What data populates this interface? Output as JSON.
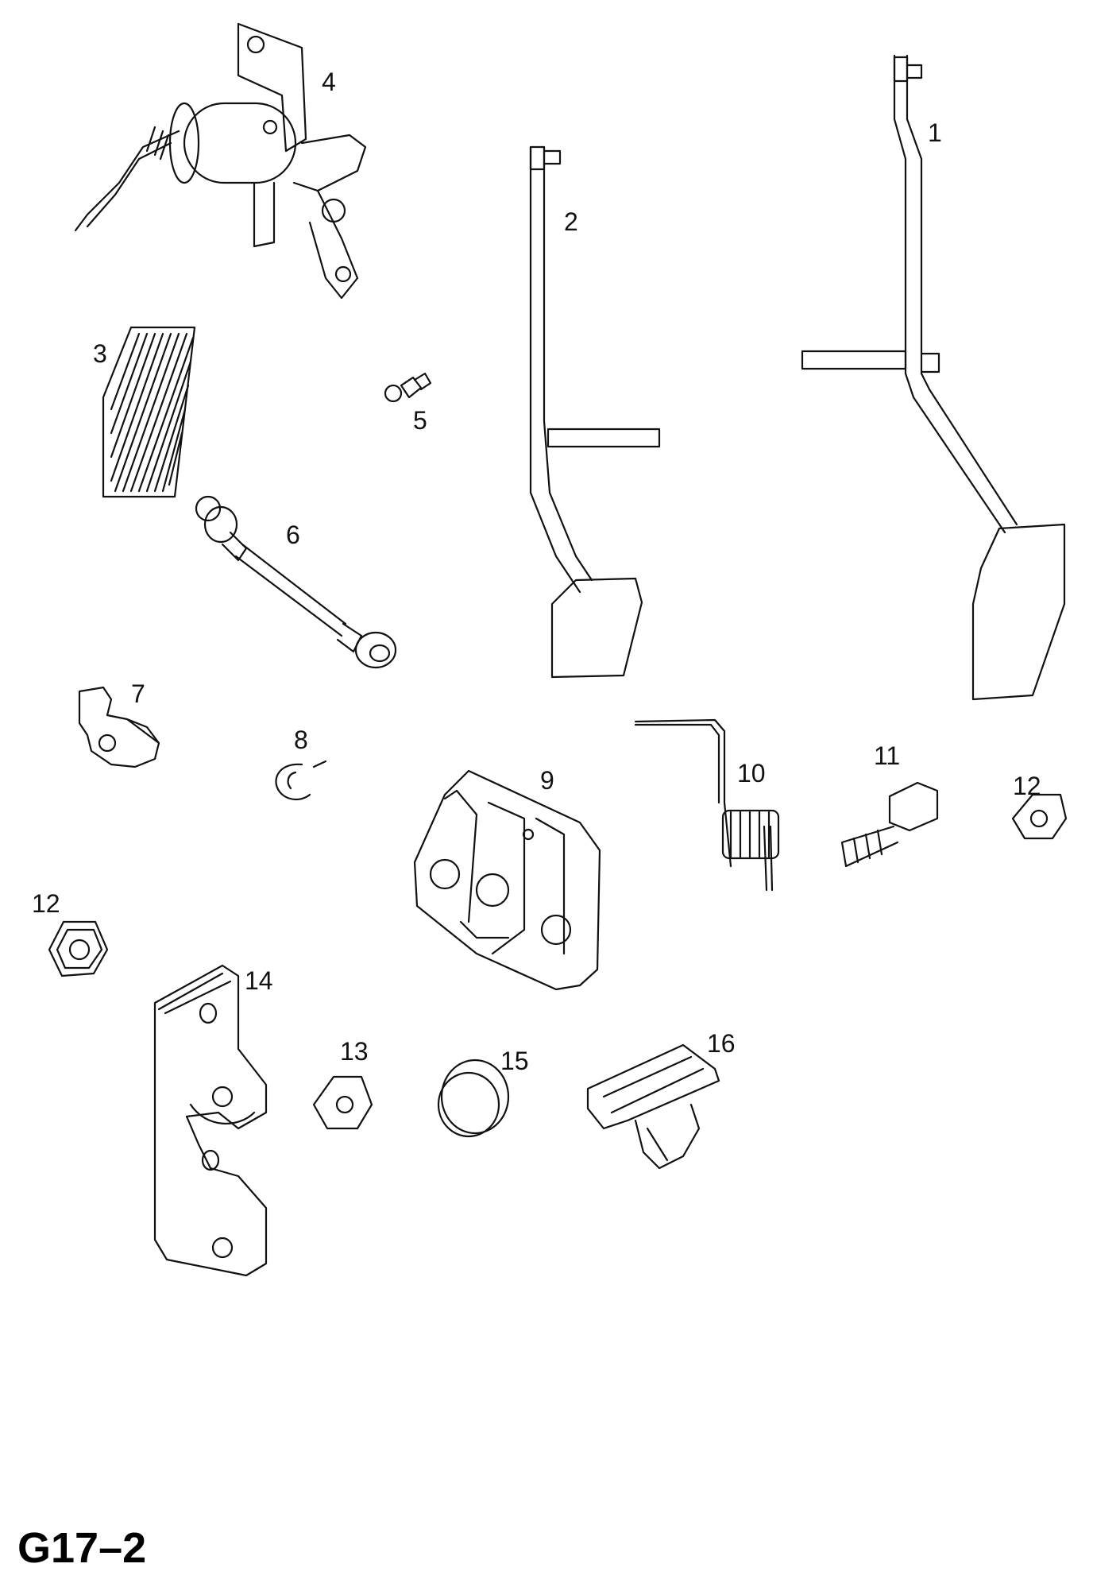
{
  "diagram": {
    "code": "G17–2",
    "colors": {
      "ink": "#111111",
      "paper": "#ffffff"
    },
    "callouts": {
      "c1": "1",
      "c2": "2",
      "c3": "3",
      "c4": "4",
      "c5": "5",
      "c6": "6",
      "c7": "7",
      "c8": "8",
      "c9": "9",
      "c10": "10",
      "c11": "11",
      "c12a": "12",
      "c12b": "12",
      "c13": "13",
      "c14": "14",
      "c15": "15",
      "c16": "16"
    }
  }
}
